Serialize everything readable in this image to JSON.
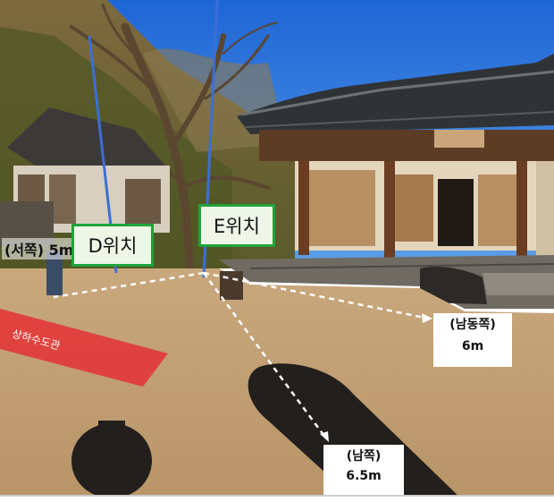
{
  "labels": {
    "west": "(서쪽) 5m",
    "pos_d": "D위치",
    "pos_e": "E위치",
    "southeast_dir": "(남동쪽)",
    "southeast_dist": "6m",
    "south_dir": "(남쪽)",
    "south_dist": "6.5m",
    "pipe": "상하수도관"
  },
  "colors": {
    "label_border": "#1fa33a",
    "pipe_fill": "#e23a3a",
    "pole_line": "#3b6fd6",
    "dashed_line": "#ffffff"
  }
}
